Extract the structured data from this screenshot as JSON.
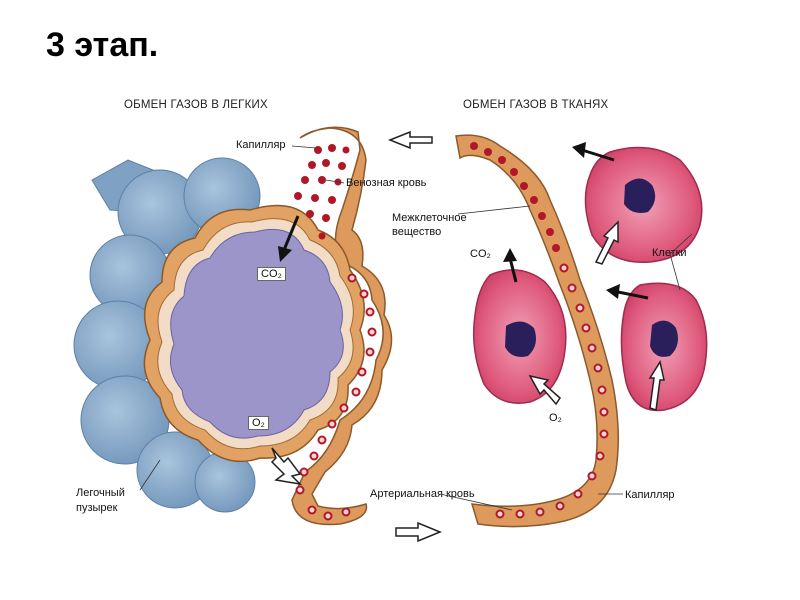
{
  "title": "3 этап.",
  "headers": {
    "lungs": "ОБМЕН ГАЗОВ В ЛЕГКИХ",
    "tissues": "ОБМЕН ГАЗОВ В ТКАНЯХ"
  },
  "labels": {
    "capillary_left": "Капилляр",
    "venous_blood": "Венозная кровь",
    "intercellular_1": "Межклеточное",
    "intercellular_2": "вещество",
    "cells": "Клетки",
    "alveolus_1": "Легочный",
    "alveolus_2": "пузырек",
    "arterial_blood": "Артериальная кровь",
    "capillary_right": "Капилляр"
  },
  "chem": {
    "co2_lung": "CO₂",
    "o2_lung": "O₂",
    "co2_tissue": "CO₂",
    "o2_tissue": "O₂"
  },
  "colors": {
    "lung_blue": "#8fb0cf",
    "alveolus_purple": "#9c95c9",
    "capillary_tan": "#dd9a5c",
    "tissue_pink": "#e3587a",
    "nucleus": "#2a1f5a",
    "rbc_red": "#b0182a"
  }
}
